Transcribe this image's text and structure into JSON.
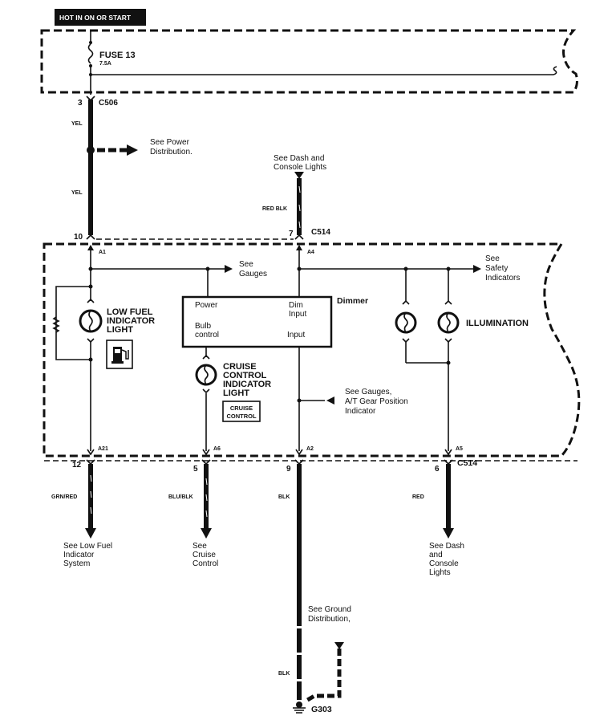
{
  "header": {
    "power_label": "HOT IN ON OR START"
  },
  "fuse": {
    "name": "FUSE 13",
    "rating": "7.5A"
  },
  "connectors": {
    "c506": {
      "name": "C506",
      "pin": "3"
    },
    "c514_top": {
      "name": "C514",
      "pin_left": "10",
      "pin_right": "7"
    },
    "c514_bottom": {
      "name": "C514",
      "pins": [
        "12",
        "5",
        "9",
        "6"
      ]
    }
  },
  "internal_pins": {
    "a1": "A1",
    "a4": "A4",
    "a21": "A21",
    "a6": "A6",
    "a2": "A2",
    "a5": "A5"
  },
  "wires": {
    "yel_upper": "YEL",
    "yel_lower": "YEL",
    "red_blk": "RED BLK",
    "grn_red": "GRN/RED",
    "blu_blk": "BLU/BLK",
    "blk": "BLK",
    "red": "RED",
    "blk_ground": "BLK"
  },
  "references": {
    "power_distribution": [
      "See Power",
      "Distribution."
    ],
    "dash_console_top": [
      "See Dash and",
      "Console Lights"
    ],
    "gauges": [
      "See",
      "Gauges"
    ],
    "safety_indicators": [
      "See",
      "Safety",
      "Indicators"
    ],
    "gauges_at_gear": [
      "See Gauges,",
      "A/T Gear Position",
      "Indicator"
    ],
    "low_fuel_system": [
      "See Low Fuel",
      "Indicator",
      "System"
    ],
    "cruise_control": [
      "See",
      "Cruise",
      "Control"
    ],
    "dash_console_bottom": [
      "See Dash",
      "and",
      "Console",
      "Lights"
    ],
    "ground_distribution": [
      "See Ground",
      "Distribution,"
    ]
  },
  "components": {
    "low_fuel_light": [
      "LOW FUEL",
      "INDICATOR",
      "LIGHT"
    ],
    "cruise_light": [
      "CRUISE",
      "CONTROL",
      "INDICATOR",
      "LIGHT"
    ],
    "cruise_badge": [
      "CRUISE",
      "CONTROL"
    ],
    "illumination": "ILLUMINATION",
    "dimmer": {
      "title": "Dimmer",
      "power": "Power",
      "bulb_control": [
        "Bulb",
        "control"
      ],
      "dim_input": [
        "Dim",
        "Input"
      ],
      "input": "Input"
    }
  },
  "ground": {
    "name": "G303"
  }
}
